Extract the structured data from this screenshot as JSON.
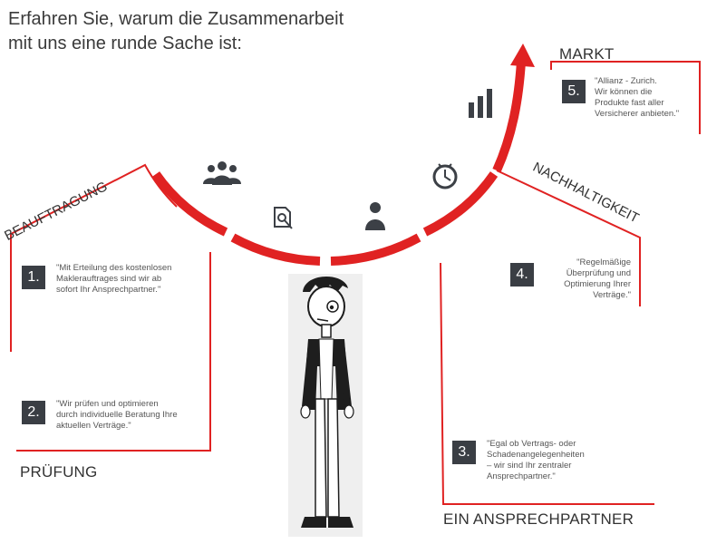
{
  "headline": {
    "line1": "Erfahren Sie, warum die Zusammenarbeit",
    "line2": "mit uns eine runde Sache ist:"
  },
  "stages": {
    "beauftragung": {
      "title": "BEAUFTRAGUNG",
      "number": "1.",
      "text": [
        "\"Mit Erteilung des kostenlosen",
        "Maklerauftrages sind wir ab",
        "sofort Ihr Ansprechpartner.\""
      ]
    },
    "pruefung": {
      "title": "PRÜFUNG",
      "number": "2.",
      "text": [
        "\"Wir prüfen und optimieren",
        "durch individuelle Beratung Ihre",
        "aktuellen Verträge.\""
      ]
    },
    "ansprechpartner": {
      "title": "EIN ANSPRECHPARTNER",
      "number": "3.",
      "text": [
        "\"Egal ob Vertrags- oder",
        "Schadenangelegenheiten",
        "– wir sind Ihr zentraler",
        "Ansprechpartner.\""
      ]
    },
    "nachhaltigkeit": {
      "title": "NACHHALTIGKEIT",
      "number": "4.",
      "text": [
        "\"Regelmäßige",
        "Überprüfung und",
        "Optimierung Ihrer",
        "Verträge.\""
      ]
    },
    "markt": {
      "title": "MARKT",
      "number": "5.",
      "text": [
        "\"Allianz - Zurich.",
        "Wir können die",
        "Produkte fast aller",
        "Versicherer anbieten.\""
      ]
    }
  },
  "icons": [
    "group-icon",
    "document-search-icon",
    "person-icon",
    "clock-icon",
    "bar-chart-icon"
  ],
  "colors": {
    "accent": "#e02222",
    "dark": "#3a3e44",
    "icon": "#3c4046"
  }
}
